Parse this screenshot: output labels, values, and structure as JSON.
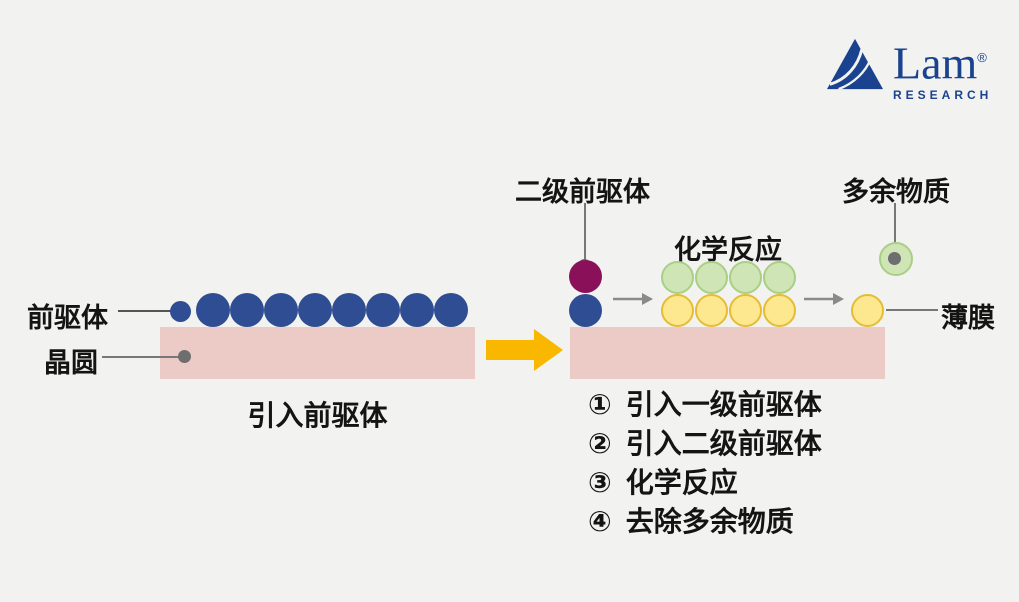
{
  "background_color": "#f2f2f0",
  "logo": {
    "brand": "Lam",
    "registered_mark": "®",
    "subtitle": "RESEARCH",
    "brand_color": "#1b428e"
  },
  "left_diagram": {
    "precursor_label": "前驱体",
    "wafer_label": "晶圆",
    "caption": "引入前驱体"
  },
  "right_diagram": {
    "secondary_precursor_label": "二级前驱体",
    "chemical_reaction_label": "化学反应",
    "excess_material_label": "多余物质",
    "thin_film_label": "薄膜",
    "steps": [
      {
        "num": "①",
        "text": "引入一级前驱体"
      },
      {
        "num": "②",
        "text": "引入二级前驱体"
      },
      {
        "num": "③",
        "text": "化学反应"
      },
      {
        "num": "④",
        "text": "去除多余物质"
      }
    ]
  },
  "colors": {
    "precursor_blue": "#2e4d92",
    "secondary_precursor_purple": "#8a1059",
    "reaction_green_fill": "#cfe5b6",
    "reaction_green_stroke": "#a9cf86",
    "film_yellow_fill": "#fde88f",
    "film_yellow_stroke": "#e6bc33",
    "wafer_pink": "#eccbc6",
    "flow_arrow_yellow": "#f9b700",
    "pointer_gray": "#777777"
  }
}
